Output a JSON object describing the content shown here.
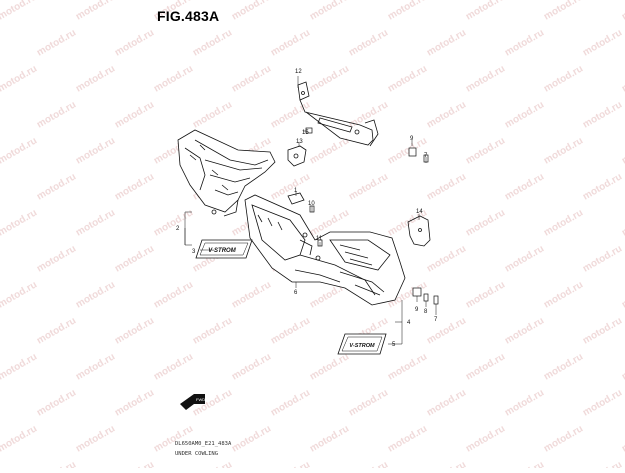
{
  "figure": {
    "title": "FIG.483A",
    "code": "DL650AM0_E21_483A",
    "name": "UNDER COWLING",
    "watermark": "motod.ru"
  },
  "callouts": [
    "1",
    "2",
    "3",
    "4",
    "5",
    "6",
    "7",
    "8",
    "9",
    "10",
    "11",
    "12",
    "13",
    "14",
    "15"
  ],
  "front_arrow_label": "FWD",
  "emblem_text": "V-STROM"
}
